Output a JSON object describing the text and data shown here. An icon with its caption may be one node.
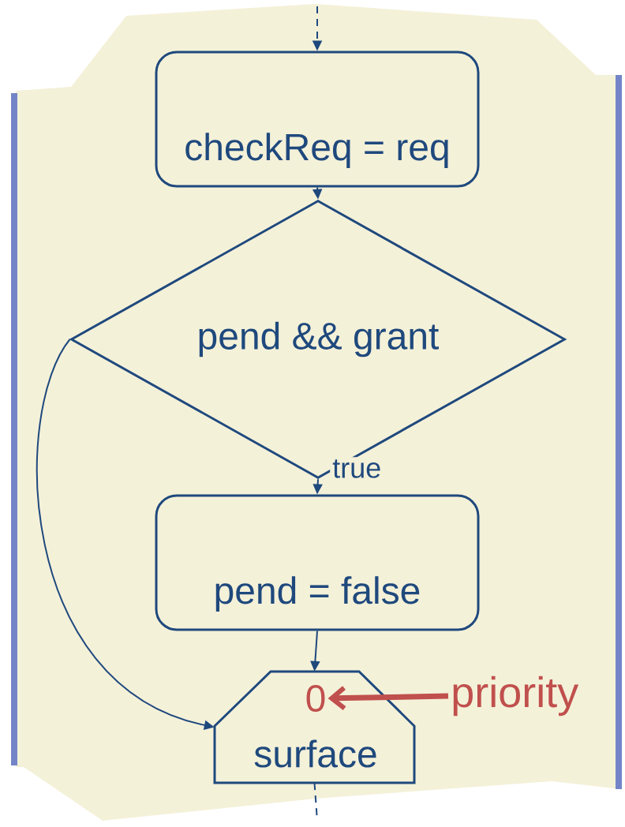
{
  "diagram": {
    "nodes": [
      {
        "text": [
          "checkReq = req"
        ]
      },
      {
        "text": [
          "pend && grant"
        ]
      },
      {
        "text": [
          "pend = false"
        ]
      },
      {
        "text": [
          "0",
          "surface"
        ]
      },
      {
        "text": [
          "priority"
        ]
      }
    ],
    "edges": [
      {
        "from": null,
        "to": 0,
        "arrow": "to",
        "style": "dashed"
      },
      {
        "from": 0,
        "to": 1,
        "arrow": "to"
      },
      {
        "from": 1,
        "to": 2,
        "arrow": "to",
        "label": "true"
      },
      {
        "from": 1,
        "to": 3,
        "arrow": "to"
      },
      {
        "from": 2,
        "to": 3,
        "arrow": "to"
      },
      {
        "from": 4,
        "to": 3,
        "arrow": "to",
        "style": "thick",
        "color": "#c0504d"
      },
      {
        "from": 3,
        "to": null,
        "arrow": "none",
        "style": "dashed"
      }
    ]
  }
}
